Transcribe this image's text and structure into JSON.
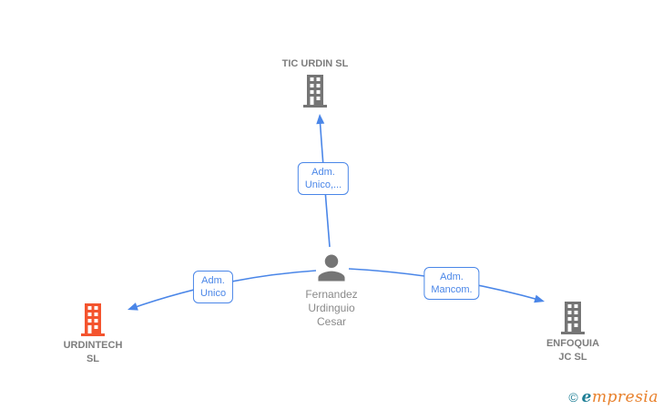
{
  "colors": {
    "edge_blue": "#4a86e8",
    "icon_gray": "#757575",
    "icon_orange": "#f4542e",
    "label_gray": "#7d7d7d",
    "logo_teal": "#1f7f96",
    "logo_orange": "#e8802b"
  },
  "nodes": {
    "tic_urdin": {
      "label": "TIC URDIN  SL",
      "icon": "building-icon"
    },
    "person": {
      "line1": "Fernandez",
      "line2": "Urdinguio",
      "line3": "Cesar",
      "icon": "person-icon"
    },
    "urdintech": {
      "line1": "URDINTECH",
      "line2": "SL",
      "icon": "building-icon"
    },
    "enfoquia": {
      "line1": "ENFOQUIA",
      "line2": "JC SL",
      "icon": "building-icon"
    }
  },
  "edges": {
    "to_tic_urdin": {
      "line1": "Adm.",
      "line2": "Unico,..."
    },
    "to_urdintech": {
      "line1": "Adm.",
      "line2": "Unico"
    },
    "to_enfoquia": {
      "line1": "Adm.",
      "line2": "Mancom."
    }
  },
  "footer": {
    "copyright": "©",
    "brand_initial": "e",
    "brand_rest": "mpresia"
  }
}
